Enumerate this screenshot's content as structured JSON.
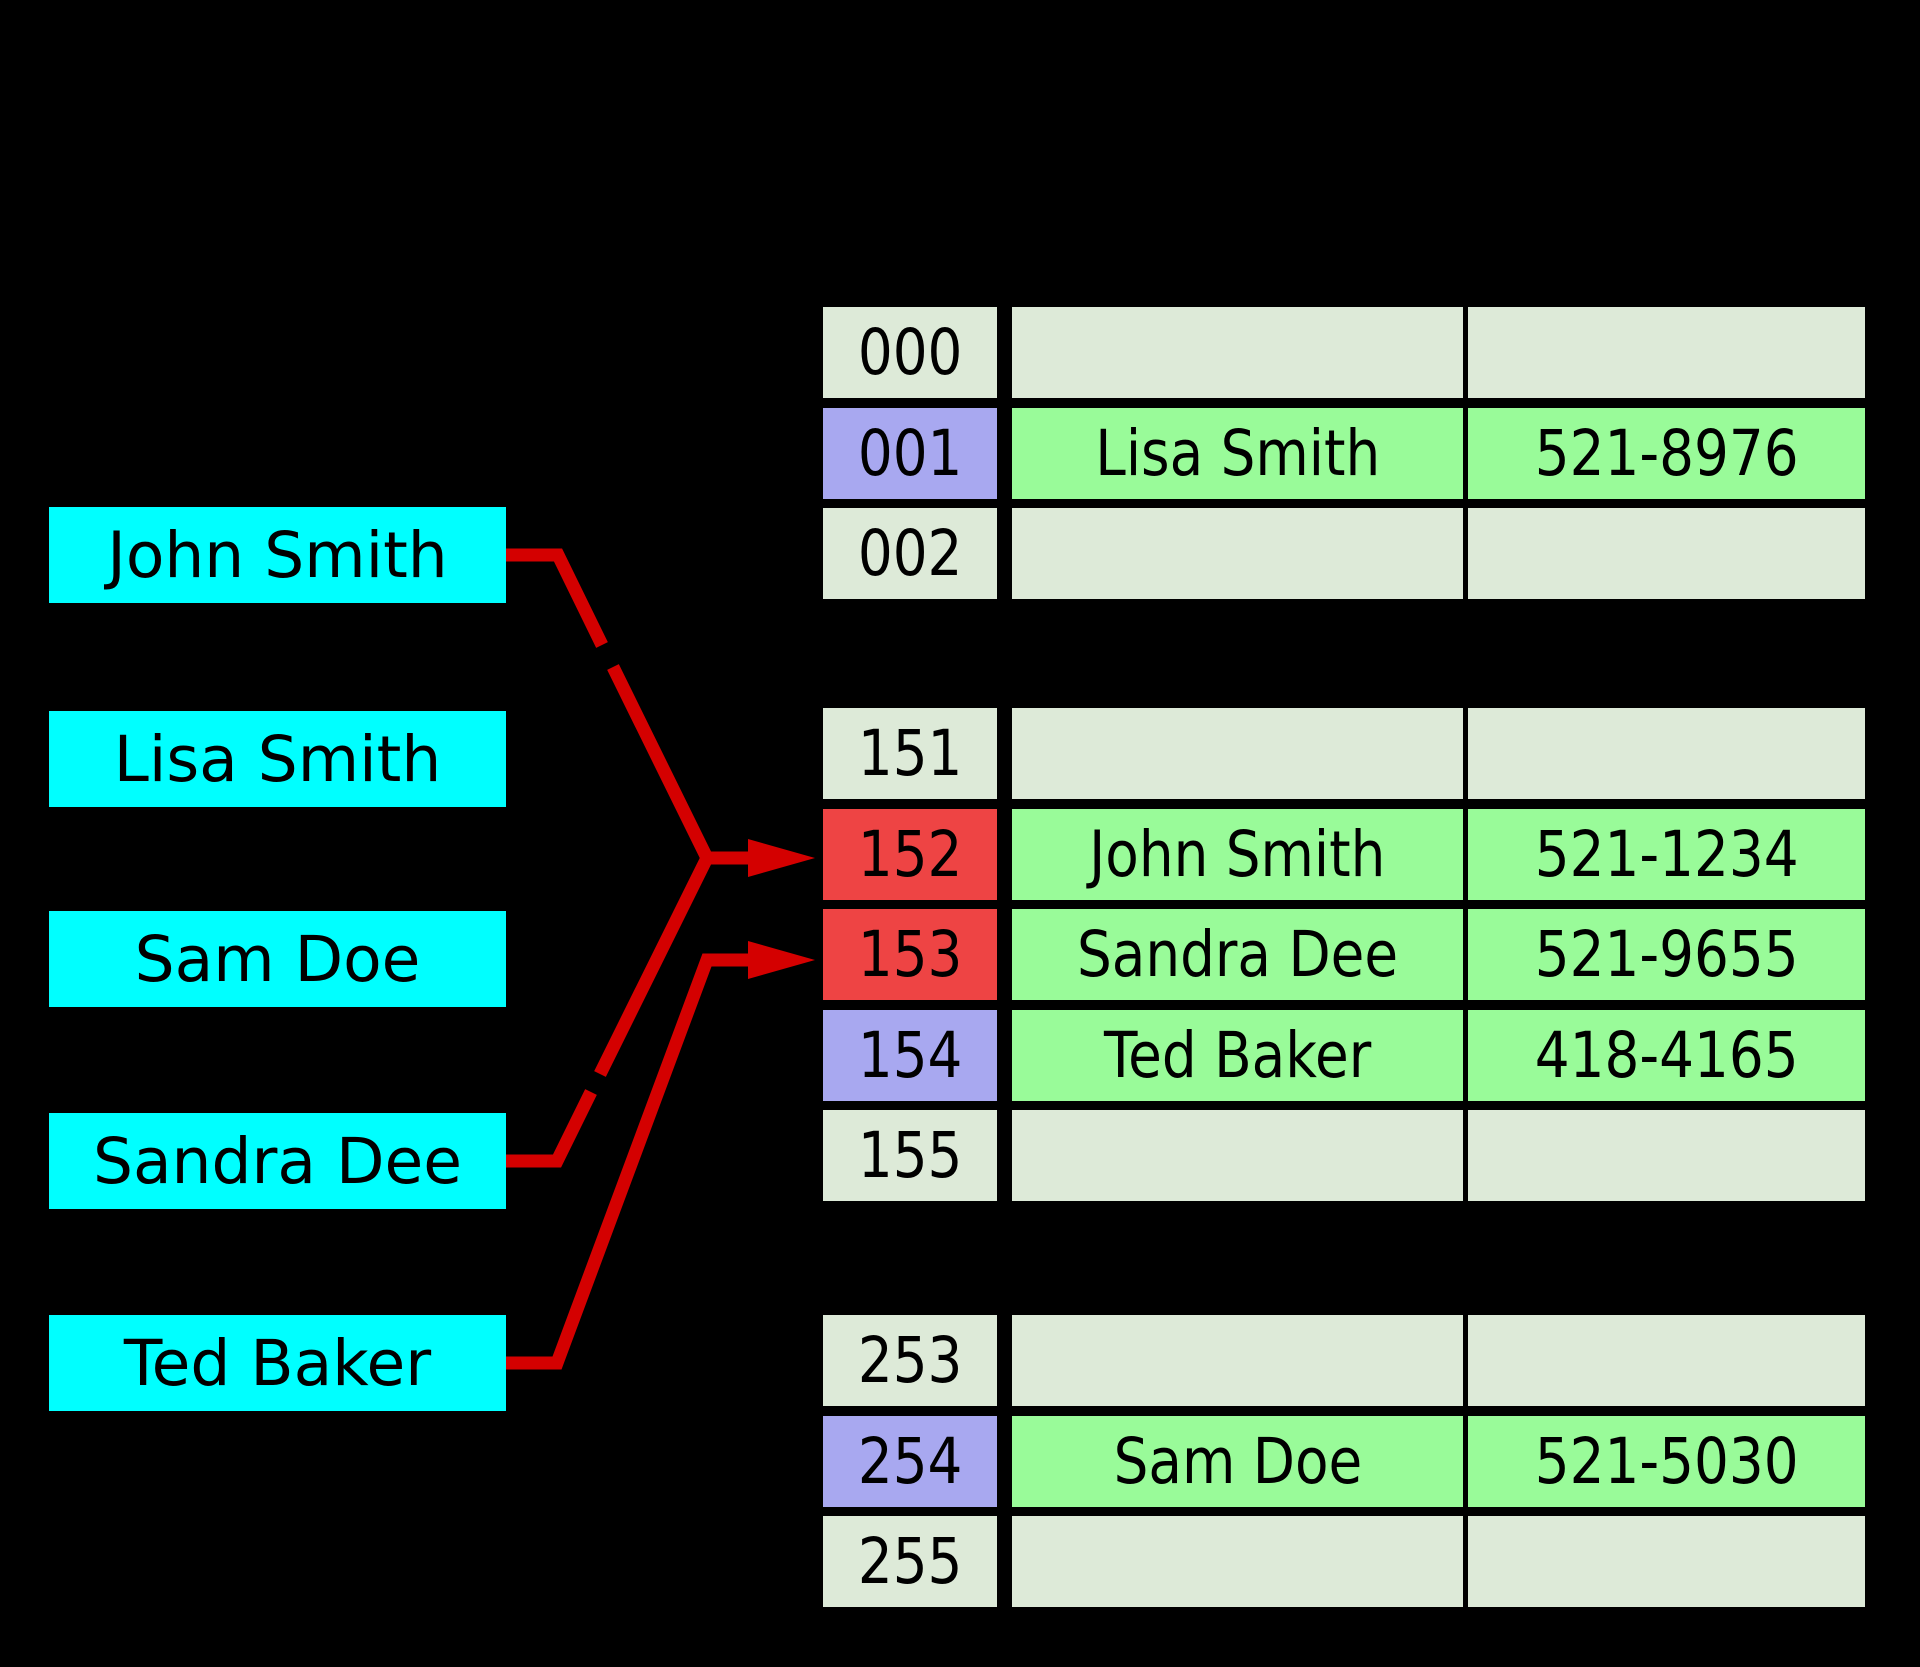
{
  "colors": {
    "background": "#000000",
    "key_box": "#00ffff",
    "bucket_default": "#ddead8",
    "bucket_purple": "#a8a8f0",
    "bucket_red": "#ee4444",
    "entry_filled": "#99fb99",
    "arrow": "#d40000",
    "text": "#000000"
  },
  "keys": [
    {
      "label": "John Smith"
    },
    {
      "label": "Lisa Smith"
    },
    {
      "label": "Sam Doe"
    },
    {
      "label": "Sandra Dee"
    },
    {
      "label": "Ted Baker"
    }
  ],
  "buckets": {
    "groups": [
      {
        "rows": [
          {
            "index": "000",
            "index_variant": "default",
            "name": "",
            "phone": "",
            "entry_variant": "empty"
          },
          {
            "index": "001",
            "index_variant": "purple",
            "name": "Lisa Smith",
            "phone": "521-8976",
            "entry_variant": "filled"
          },
          {
            "index": "002",
            "index_variant": "default",
            "name": "",
            "phone": "",
            "entry_variant": "empty"
          }
        ]
      },
      {
        "rows": [
          {
            "index": "151",
            "index_variant": "default",
            "name": "",
            "phone": "",
            "entry_variant": "empty"
          },
          {
            "index": "152",
            "index_variant": "red",
            "name": "John Smith",
            "phone": "521-1234",
            "entry_variant": "filled"
          },
          {
            "index": "153",
            "index_variant": "red",
            "name": "Sandra Dee",
            "phone": "521-9655",
            "entry_variant": "filled"
          },
          {
            "index": "154",
            "index_variant": "purple",
            "name": "Ted Baker",
            "phone": "418-4165",
            "entry_variant": "filled"
          },
          {
            "index": "155",
            "index_variant": "default",
            "name": "",
            "phone": "",
            "entry_variant": "empty"
          }
        ]
      },
      {
        "rows": [
          {
            "index": "253",
            "index_variant": "default",
            "name": "",
            "phone": "",
            "entry_variant": "empty"
          },
          {
            "index": "254",
            "index_variant": "purple",
            "name": "Sam Doe",
            "phone": "521-5030",
            "entry_variant": "filled"
          },
          {
            "index": "255",
            "index_variant": "default",
            "name": "",
            "phone": "",
            "entry_variant": "empty"
          }
        ]
      }
    ]
  }
}
